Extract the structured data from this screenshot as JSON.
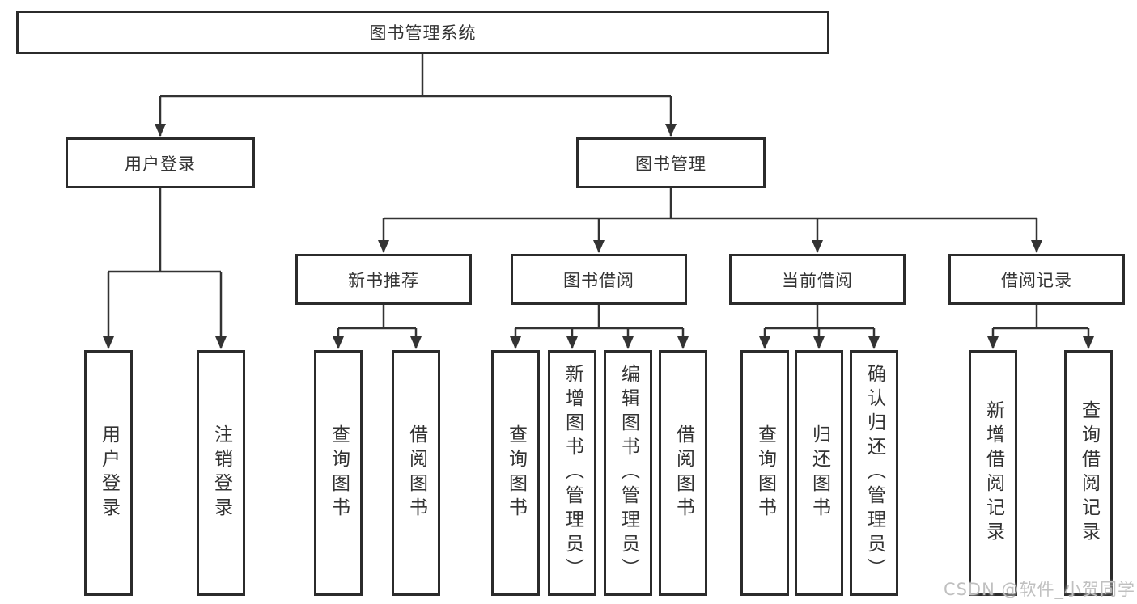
{
  "colors": {
    "line": "#333333",
    "box_border": "#2b2b2b",
    "text": "#333333",
    "watermark": "#c0c0c0",
    "bg": "#ffffff"
  },
  "watermark": {
    "text": "CSDN @软件_小贺同学"
  },
  "tree": {
    "label": "图书管理系统",
    "children": [
      {
        "label": "用户登录",
        "children": [
          {
            "label": "用户登录"
          },
          {
            "label": "注销登录"
          }
        ]
      },
      {
        "label": "图书管理",
        "children": [
          {
            "label": "新书推荐",
            "children": [
              {
                "label": "查询图书"
              },
              {
                "label": "借阅图书"
              }
            ]
          },
          {
            "label": "图书借阅",
            "children": [
              {
                "label": "查询图书"
              },
              {
                "label": "新增图书（管理员）"
              },
              {
                "label": "编辑图书（管理员）"
              },
              {
                "label": "借阅图书"
              }
            ]
          },
          {
            "label": "当前借阅",
            "children": [
              {
                "label": "查询图书"
              },
              {
                "label": "归还图书"
              },
              {
                "label": "确认归还（管理员）"
              }
            ]
          },
          {
            "label": "借阅记录",
            "children": [
              {
                "label": "新增借阅记录"
              },
              {
                "label": "查询借阅记录"
              }
            ]
          }
        ]
      }
    ]
  }
}
